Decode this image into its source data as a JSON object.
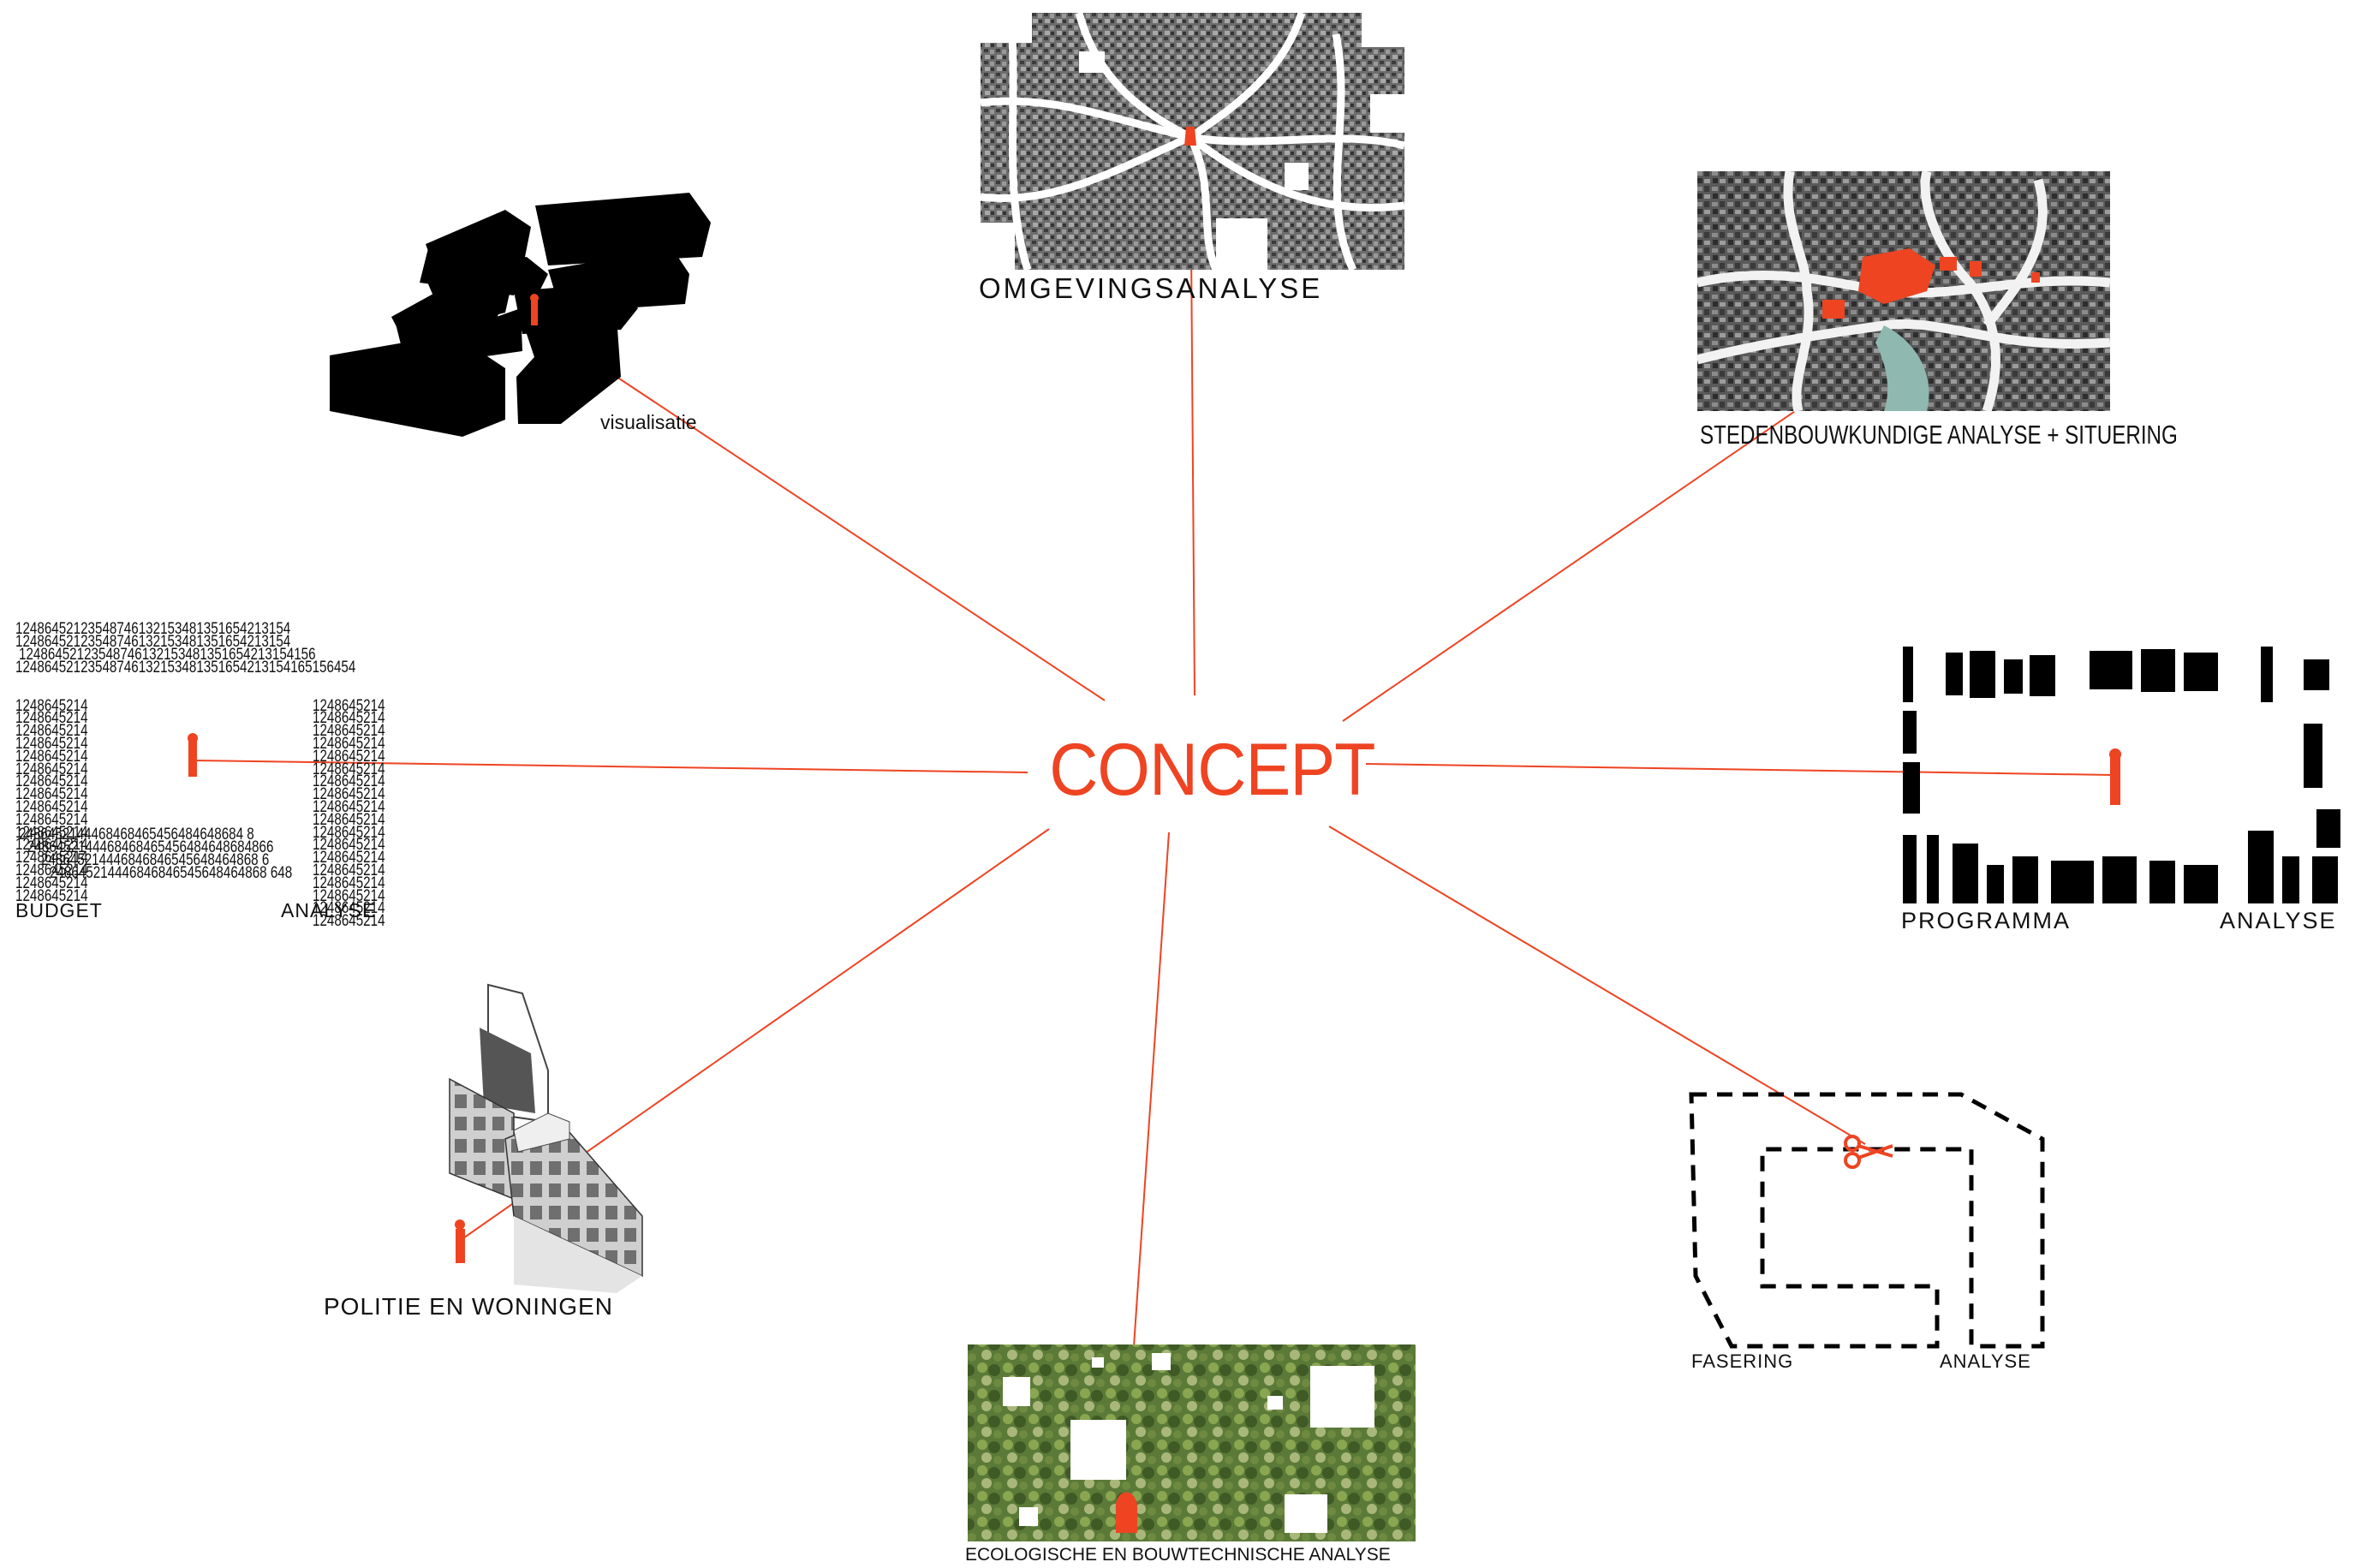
{
  "center": {
    "label": "CONCEPT"
  },
  "accent_color": "#ee4422",
  "nodes": {
    "omgeving": {
      "label": "OMGEVINGSANALYSE"
    },
    "stedenbouw": {
      "label": "STEDENBOUWKUNDIGE ANALYSE + SITUERING"
    },
    "visualisatie": {
      "label": "visualisatie"
    },
    "budget": {
      "label_left": "BUDGET",
      "label_right": "ANALYSE",
      "number_rows": [
        "12486452123548746132153481351654213154",
        "12486452123548746132153481351654213154",
        "12486452123548746132153481351654213154156",
        "12486452123548746132153481351654213154165156454",
        "1248645214",
        "2486452144468468465456484648684 8",
        "2486452144468468465456484648684866",
        "248645214446846846545648464868 6",
        "248645214446846846545648464868 648"
      ],
      "column_value": "1248645214"
    },
    "programma": {
      "label_left": "PROGRAMMA",
      "label_right": "ANALYSE"
    },
    "politie": {
      "label": "POLITIE EN WONINGEN"
    },
    "fasering": {
      "label_left": "FASERING",
      "label_right": "ANALYSE"
    },
    "ecologisch": {
      "label": "ECOLOGISCHE EN BOUWTECHNISCHE ANALYSE"
    }
  }
}
